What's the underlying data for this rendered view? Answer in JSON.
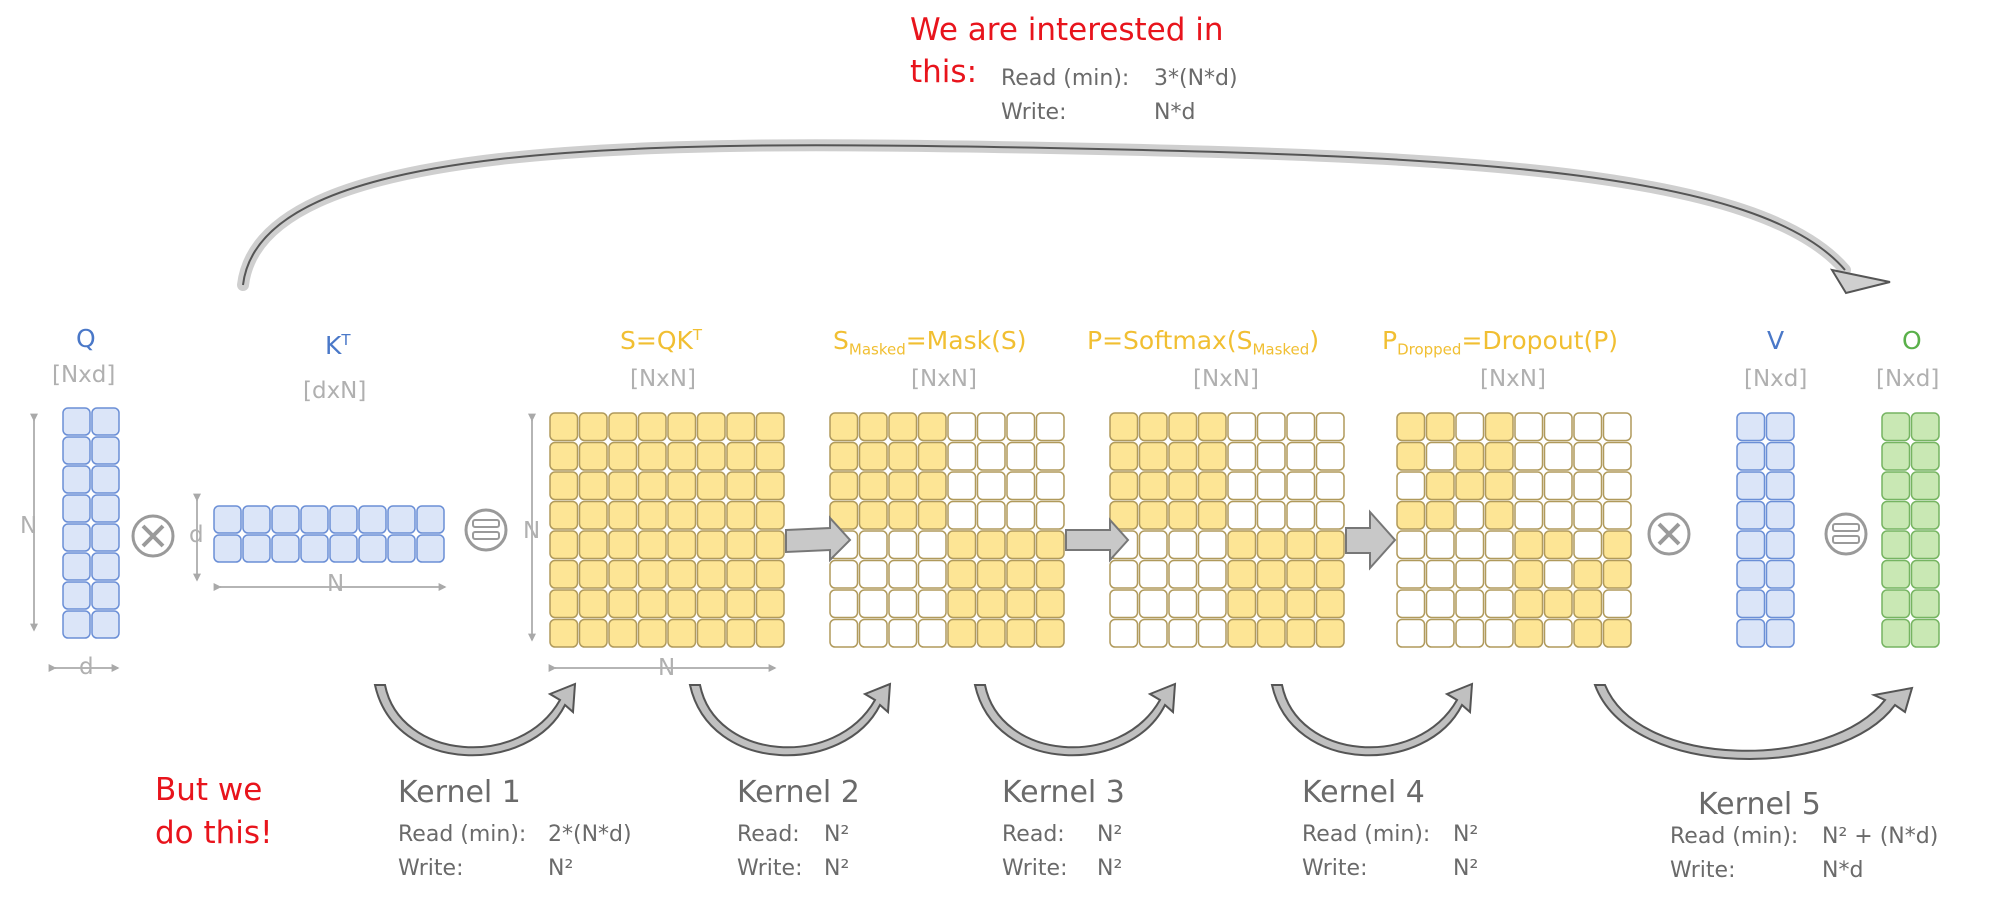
{
  "top_note": {
    "line1": "We are interested in",
    "line2": "this:",
    "read_label": "Read (min):",
    "read_value": "3*(N*d)",
    "write_label": "Write:",
    "write_value": "N*d"
  },
  "bottom_note": {
    "line1": "But we",
    "line2": "do this!"
  },
  "matrices": {
    "q": {
      "name": "Q",
      "dims": "[Nxd]",
      "rows_label": "N",
      "cols_label": "d"
    },
    "kt": {
      "name": "K",
      "name_sup": "T",
      "dims": "[dxN]",
      "rows_label": "d",
      "cols_label": "N"
    },
    "s": {
      "name": "S=QK",
      "name_sup": "T",
      "dims": "[NxN]",
      "rows_label": "N",
      "cols_label": "N"
    },
    "s_masked": {
      "name_pre": "S",
      "name_sub": "Masked",
      "name_post": "=Mask(S)",
      "dims": "[NxN]"
    },
    "p": {
      "name_pre": "P=Softmax(S",
      "name_sub": "Masked",
      "name_post": ")",
      "dims": "[NxN]"
    },
    "p_dropped": {
      "name_pre": "P",
      "name_sub": "Dropped",
      "name_post": "=Dropout(P)",
      "dims": "[NxN]"
    },
    "v": {
      "name": "V",
      "dims": "[Nxd]"
    },
    "o": {
      "name": "O",
      "dims": "[Nxd]"
    }
  },
  "kernels": [
    {
      "title": "Kernel 1",
      "read_label": "Read (min):",
      "read_value": "2*(N*d)",
      "write_label": "Write:",
      "write_value": "N²"
    },
    {
      "title": "Kernel 2",
      "read_label": "Read:",
      "read_value": "N²",
      "write_label": "Write:",
      "write_value": "N²"
    },
    {
      "title": "Kernel 3",
      "read_label": "Read:",
      "read_value": "N²",
      "write_label": "Write:",
      "write_value": "N²"
    },
    {
      "title": "Kernel 4",
      "read_label": "Read (min):",
      "read_value": "N²",
      "write_label": "Write:",
      "write_value": "N²"
    },
    {
      "title": "Kernel 5",
      "read_label": "Read (min):",
      "read_value": "N² + (N*d)",
      "write_label": "Write:",
      "write_value": "N*d"
    }
  ],
  "colors": {
    "blue_fill": "#dbe5f8",
    "blue_stroke": "#6b8fd6",
    "gold_fill": "#fde595",
    "gold_stroke": "#b09a5c",
    "white_fill": "#ffffff",
    "green_fill": "#c9e8b4",
    "green_stroke": "#76b462",
    "arrow_gray": "#a9a9a9",
    "red_text": "#e8141c"
  },
  "operators": {
    "times": "multiply-icon",
    "equals": "equals-icon"
  }
}
